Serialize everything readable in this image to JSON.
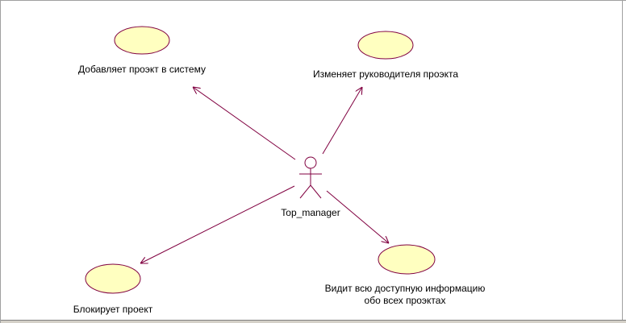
{
  "colors": {
    "use_case_fill": "#ffffc0",
    "stroke": "#800040",
    "background": "#ffffff"
  },
  "actor": {
    "name": "Top_manager",
    "icon": "stick-figure-actor-icon"
  },
  "use_cases": [
    {
      "id": "add",
      "label": "Добавляет проэкт в систему"
    },
    {
      "id": "change",
      "label": "Изменяет руководителя проэкта"
    },
    {
      "id": "block",
      "label": "Блокирует проект"
    },
    {
      "id": "view",
      "label_line1": "Видит всю доступную информацию",
      "label_line2": "обо всех проэктах"
    }
  ]
}
